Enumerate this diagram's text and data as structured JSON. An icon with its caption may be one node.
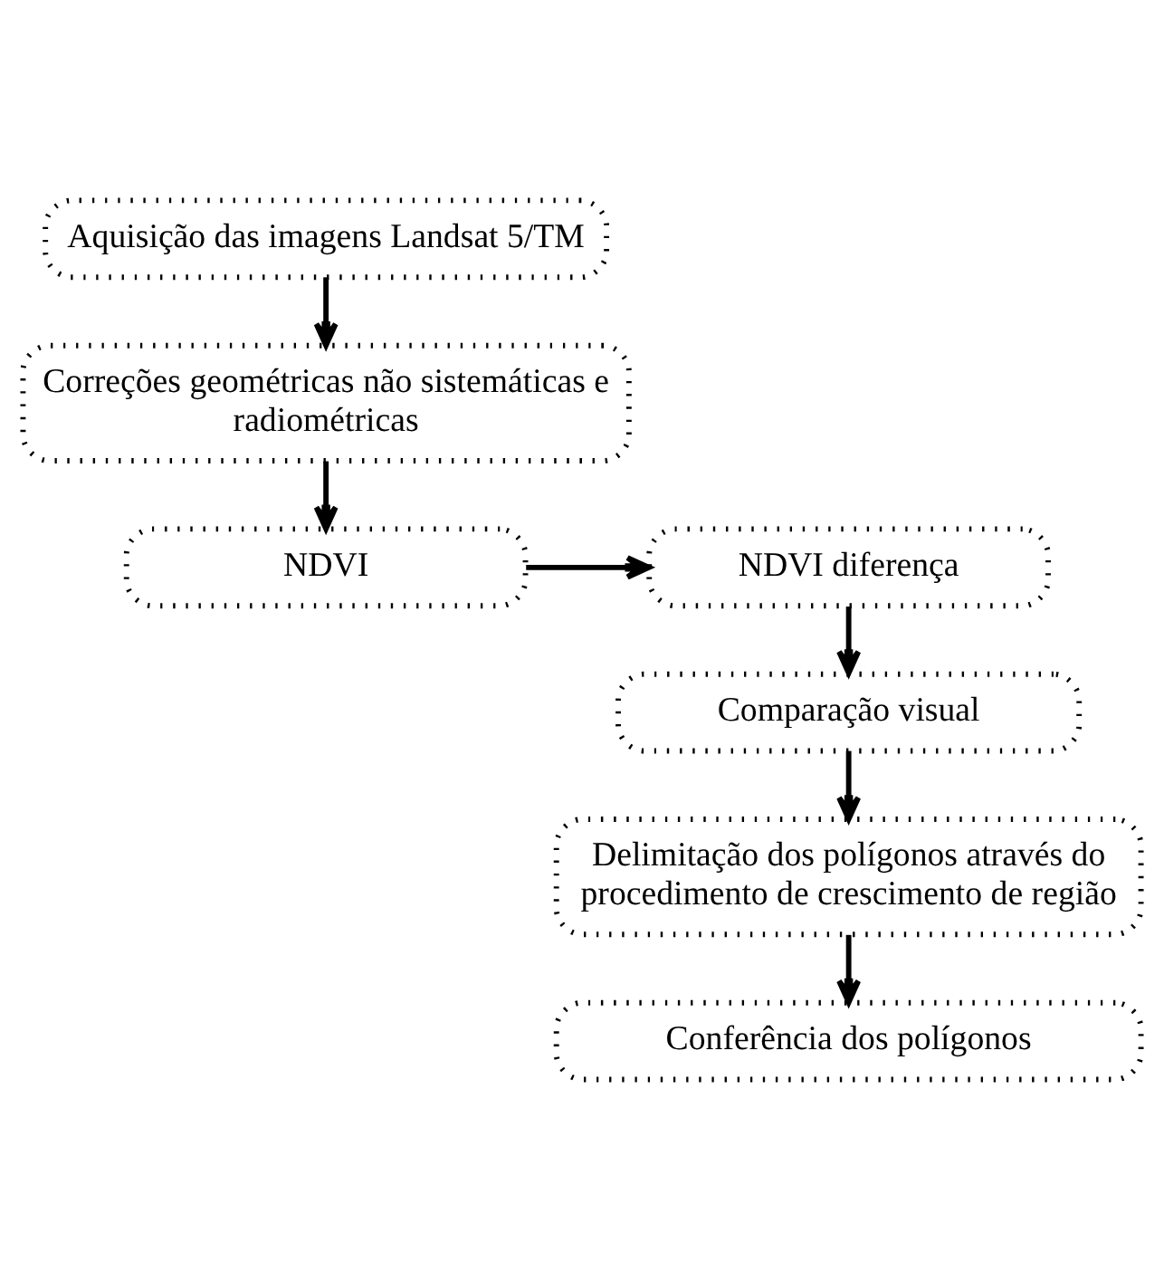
{
  "diagram": {
    "nodes": [
      {
        "text": [
          "Aquisição das imagens Landsat 5/TM"
        ]
      },
      {
        "text": [
          "Correções geométricas não sistemáticas e radiométricas"
        ]
      },
      {
        "text": [
          "NDVI"
        ]
      },
      {
        "text": [
          "NDVI diferença"
        ]
      },
      {
        "text": [
          "Comparação visual"
        ]
      },
      {
        "text": [
          "Delimitação dos polígonos através do procedimento de crescimento de região"
        ]
      },
      {
        "text": [
          "Conferência dos polígonos"
        ]
      }
    ],
    "edges": [
      {
        "from": 0,
        "to": 1,
        "arrow": "to"
      },
      {
        "from": 1,
        "to": 2,
        "arrow": "to"
      },
      {
        "from": 2,
        "to": 3,
        "arrow": "to"
      },
      {
        "from": 3,
        "to": 4,
        "arrow": "to"
      },
      {
        "from": 4,
        "to": 5,
        "arrow": "to"
      },
      {
        "from": 5,
        "to": 6,
        "arrow": "to"
      }
    ]
  }
}
